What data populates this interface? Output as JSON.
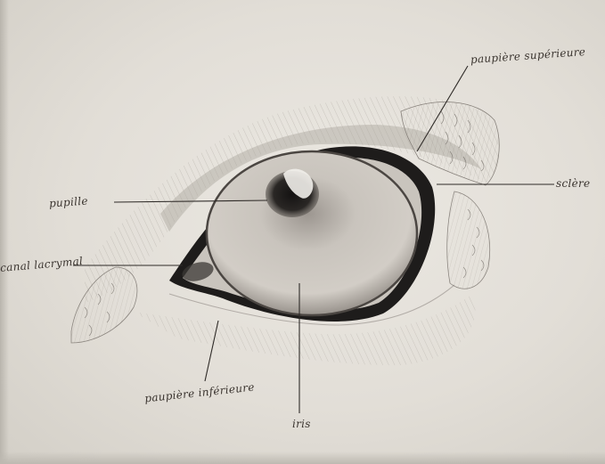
{
  "labels": {
    "upper_eyelid": "paupière supérieure",
    "sclera": "sclère",
    "pupil": "pupille",
    "tear_duct": "canal lacrymal",
    "lower_eyelid": "paupière inférieure",
    "iris": "iris"
  },
  "colors": {
    "paper": "#e6e3dd",
    "graphite_dark": "#1c1a19",
    "graphite_mid": "#7d7872",
    "graphite_light": "#b4afa8",
    "ink": "#3a342f"
  }
}
